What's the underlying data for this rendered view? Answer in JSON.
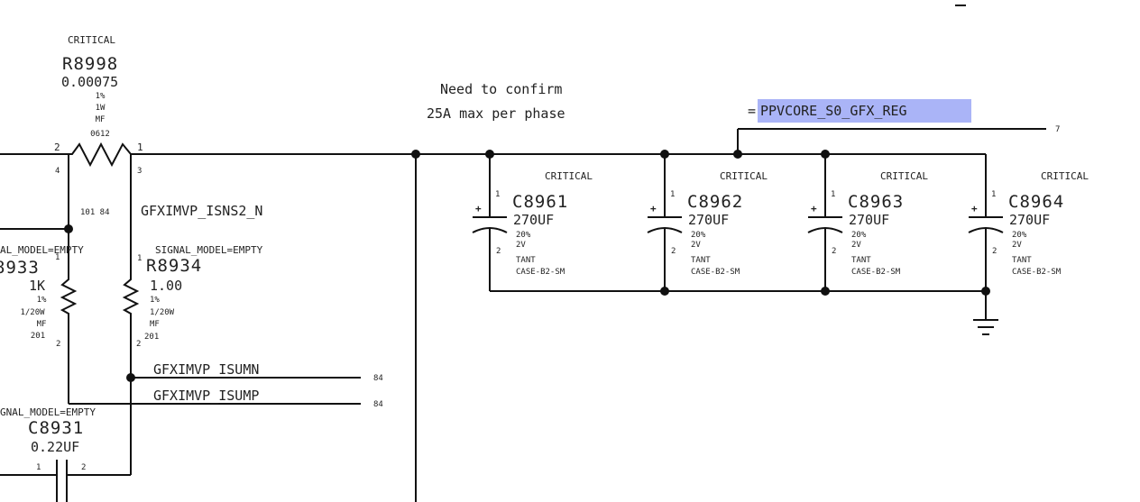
{
  "note": {
    "line1": "Need to confirm",
    "line2": "25A max per phase"
  },
  "net_label": {
    "prefix": "=",
    "name": "PPVCORE_S0_GFX_REG",
    "page_ref": "7",
    "highlight": "#aab4f7"
  },
  "r8998": {
    "tag": "CRITICAL",
    "ref": "R8998",
    "value": "0.00075",
    "spec": [
      "1%",
      "1W",
      "MF",
      "0612"
    ],
    "pins": [
      "2",
      "1",
      "4",
      "3"
    ]
  },
  "isns": {
    "pins": "101 84",
    "net": "GFXIMVP_ISNS2_N"
  },
  "r8933": {
    "model": "AL_MODEL=EMPTY",
    "ref": "8933",
    "value": "1K",
    "spec": [
      "1%",
      "1/20W",
      "MF",
      "201"
    ],
    "pin1": "1",
    "pin2": "2"
  },
  "r8934": {
    "model": "SIGNAL_MODEL=EMPTY",
    "ref": "R8934",
    "value": "1.00",
    "spec": [
      "1%",
      "1/20W",
      "MF",
      "201"
    ],
    "pin1": "1",
    "pin2": "2"
  },
  "isumn": {
    "net": "GFXIMVP_ISUMN",
    "page_ref": "84"
  },
  "isump": {
    "net": "GFXIMVP_ISUMP",
    "page_ref": "84"
  },
  "c8931": {
    "model": "GNAL_MODEL=EMPTY",
    "ref": "C8931",
    "value": "0.22UF",
    "pin1": "1",
    "pin2": "2"
  },
  "caps": [
    {
      "tag": "CRITICAL",
      "ref": "C8961",
      "value": "270UF",
      "spec": [
        "20%",
        "2V",
        "TANT",
        "CASE-B2-SM"
      ],
      "pin1": "1",
      "pin2": "2",
      "plus": "+"
    },
    {
      "tag": "CRITICAL",
      "ref": "C8962",
      "value": "270UF",
      "spec": [
        "20%",
        "2V",
        "TANT",
        "CASE-B2-SM"
      ],
      "pin1": "1",
      "pin2": "2",
      "plus": "+"
    },
    {
      "tag": "CRITICAL",
      "ref": "C8963",
      "value": "270UF",
      "spec": [
        "20%",
        "2V",
        "TANT",
        "CASE-B2-SM"
      ],
      "pin1": "1",
      "pin2": "2",
      "plus": "+"
    },
    {
      "tag": "CRITICAL",
      "ref": "C8964",
      "value": "270UF",
      "spec": [
        "20%",
        "2V",
        "TANT",
        "CASE-B2-SM"
      ],
      "pin1": "1",
      "pin2": "2",
      "plus": "+"
    }
  ]
}
